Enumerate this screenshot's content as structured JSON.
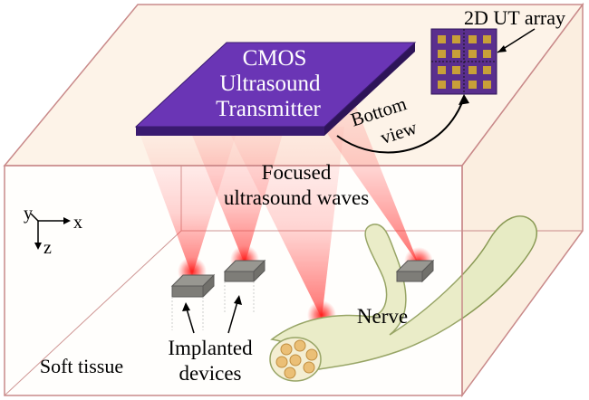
{
  "labels": {
    "chip_line1": "CMOS",
    "chip_line2": "Ultrasound",
    "chip_line3": "Transmitter",
    "array": "2D UT array",
    "bottom": "Bottom",
    "view": "view",
    "focused": "Focused",
    "waves": "ultrasound waves",
    "axis_y": "y",
    "axis_x": "x",
    "axis_z": "z",
    "nerve": "Nerve",
    "implanted": "Implanted",
    "devices": "devices",
    "soft_tissue": "Soft tissue"
  },
  "colors": {
    "tissue_fill": "#fdf3e8",
    "box_edge": "#c98a8a",
    "chip": "#6a35b5",
    "chip_edge": "#3a1a70",
    "array_bg": "#5a2f8e",
    "array_element": "#c8a038",
    "beam": "#ff2020",
    "nerve_fill": "#e7ebc4",
    "nerve_edge": "#8a9a55",
    "fascicle": "#e9b867",
    "device_top": "#8a8a86",
    "device_side": "#5e5e5a"
  },
  "icons": [
    "axis-arrows-icon",
    "curved-arrow-icon",
    "pointer-arrow-icon"
  ]
}
